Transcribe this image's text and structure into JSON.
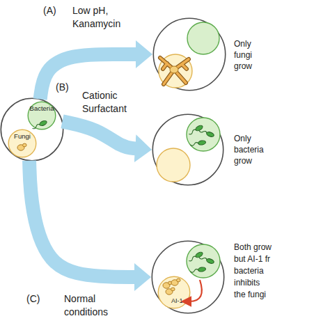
{
  "diagram": {
    "nodes": [
      {
        "text": []
      },
      {
        "text": [
          "Bacteria"
        ],
        "in": 0
      },
      {
        "text": [
          "Fungi"
        ],
        "in": 0
      },
      {
        "text": [
          "Only fungi grow"
        ]
      },
      {
        "text": [
          "Only bacteria grow"
        ]
      },
      {
        "text": [
          "Both grow but AI-1 fr bacteria inhibits the fungi"
        ]
      },
      {
        "text": [
          "AI-1"
        ],
        "in": 5
      }
    ],
    "edges": [
      {
        "from": 0,
        "to": 3,
        "label": "Low pH, Kanamycin",
        "arrow": "to"
      },
      {
        "from": 0,
        "to": 4,
        "label": "Cationic Surfactant",
        "arrow": "to"
      },
      {
        "from": 0,
        "to": 5,
        "label": "Normal conditions",
        "arrow": "to"
      }
    ],
    "labels": [
      "(A)",
      "(B)",
      "(C)"
    ]
  }
}
